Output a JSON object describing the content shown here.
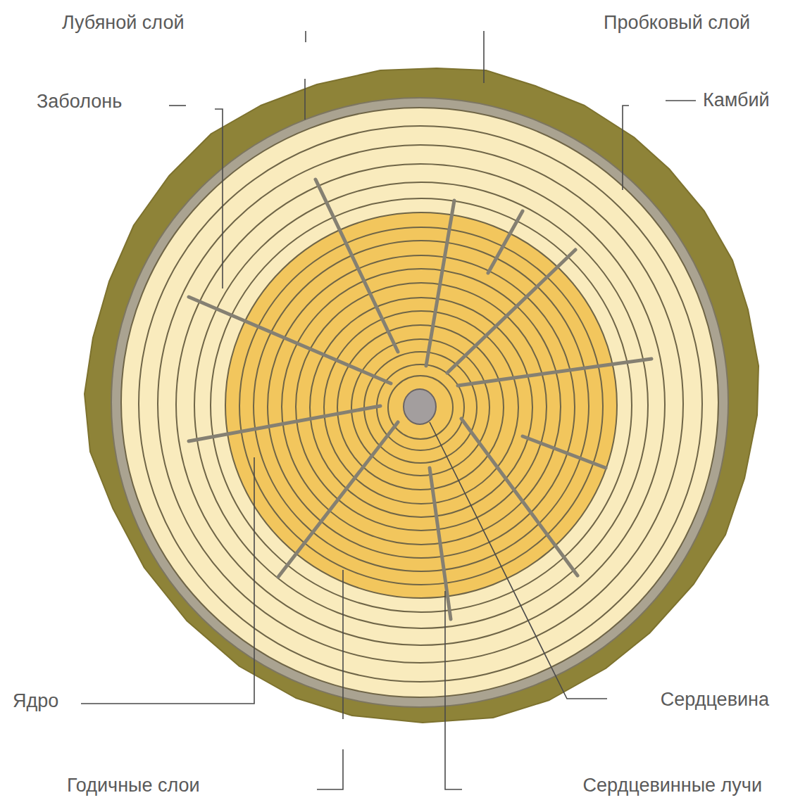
{
  "diagram": {
    "labels": [
      "Лубяной слой",
      "Пробковый слой",
      "Заболонь",
      "Камбий",
      "Ядро",
      "Сердцевина",
      "Годичные слои",
      "Сердцевинные лучи"
    ]
  }
}
